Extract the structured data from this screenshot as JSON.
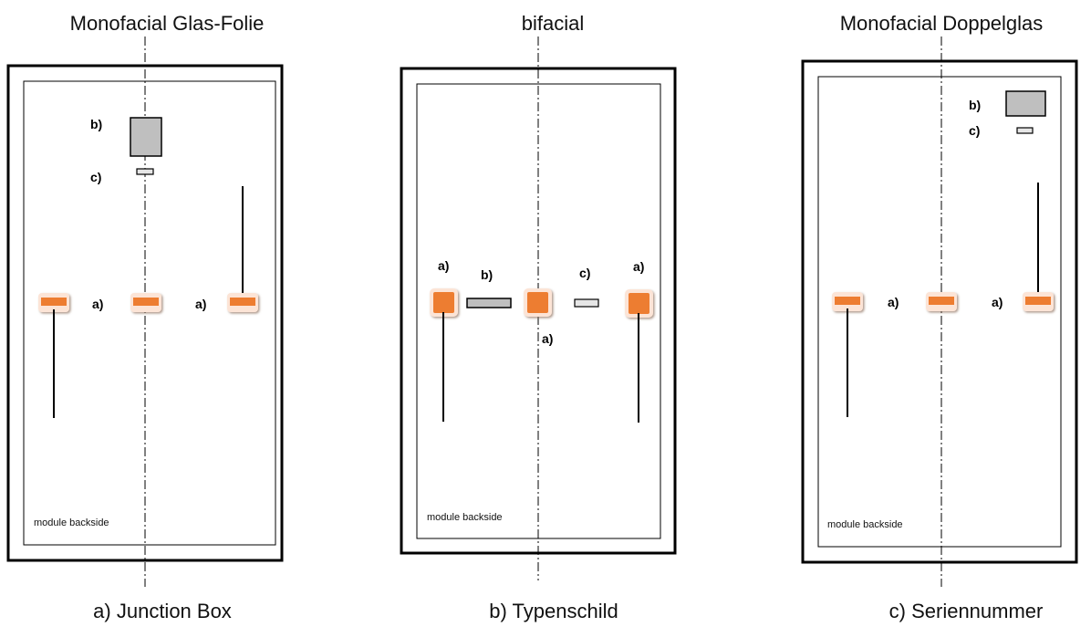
{
  "panels": [
    {
      "title": "Monofacial Glas-Folie",
      "backside_label": "module backside",
      "labels": {
        "a1": "a)",
        "a2": "a)",
        "b": "b)",
        "c": "c)"
      }
    },
    {
      "title": "bifacial",
      "backside_label": "module backside",
      "labels": {
        "a1": "a)",
        "b": "b)",
        "a_center": "a)",
        "c": "c)",
        "a2": "a)"
      }
    },
    {
      "title": "Monofacial Doppelglas",
      "backside_label": "module backside",
      "labels": {
        "a1": "a)",
        "a2": "a)",
        "b": "b)",
        "c": "c)"
      }
    }
  ],
  "legend": {
    "junction_box": "a) Junction Box",
    "type_plate": "b) Typenschild",
    "serial_number": "c) Seriennummer"
  },
  "colors": {
    "junction_box": "#ed7d31",
    "junction_box_base": "#fce4d6",
    "type_plate": "#bfbfbf",
    "frame": "#000000"
  }
}
